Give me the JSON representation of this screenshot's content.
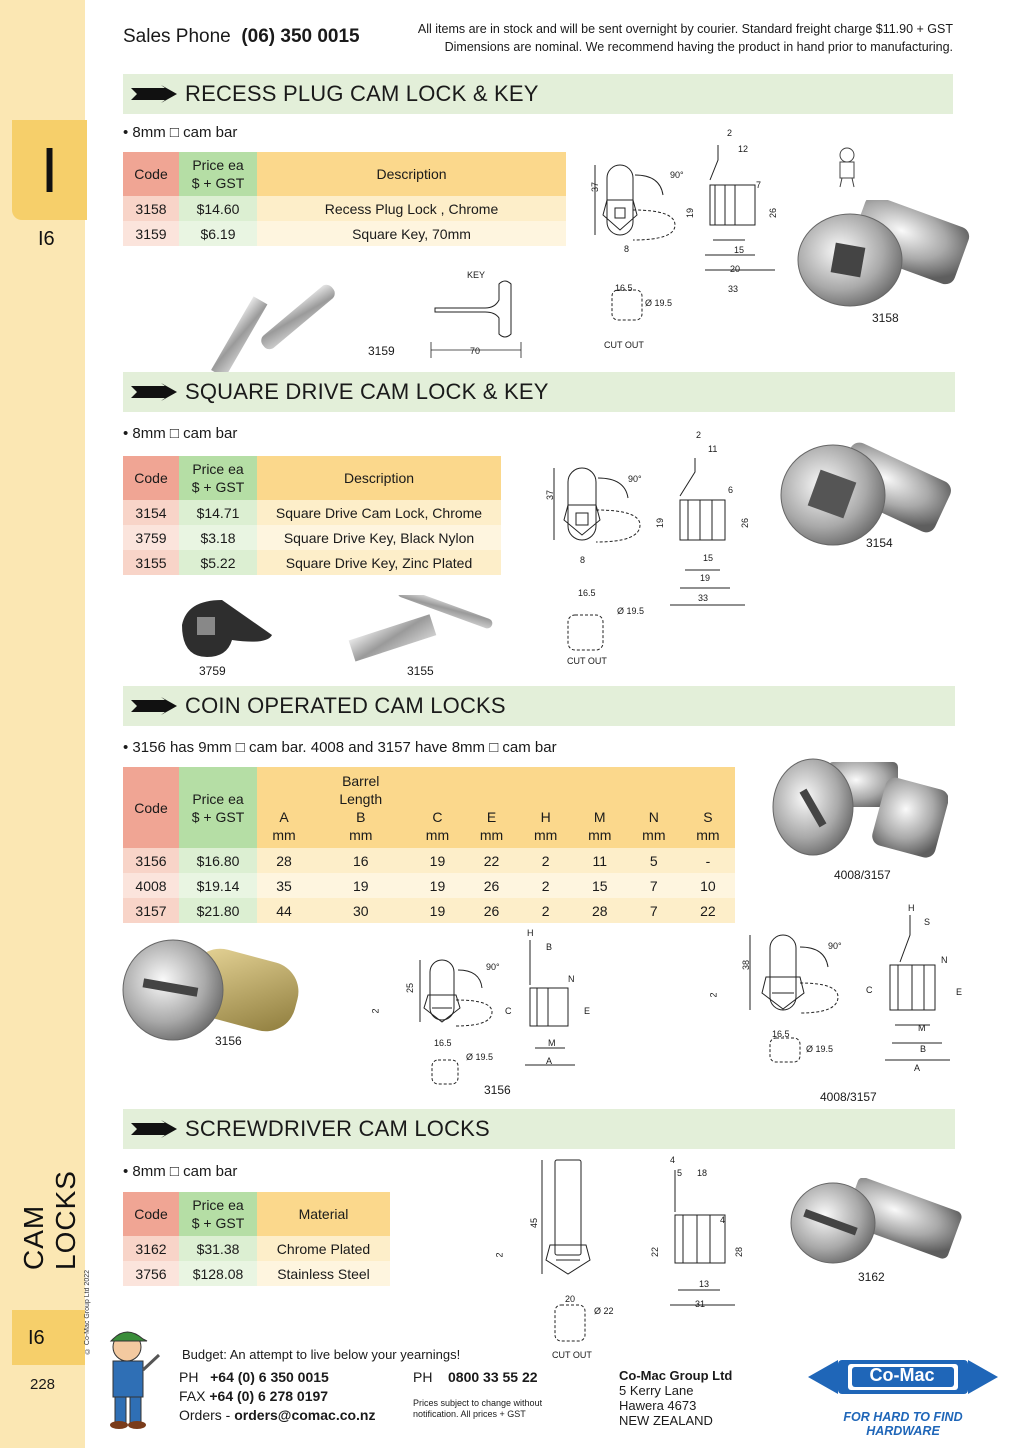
{
  "header": {
    "sales_label": "Sales Phone",
    "sales_phone": "(06) 350 0015",
    "note_line1": "All items are in stock and will be sent overnight by courier. Standard freight charge $11.90 + GST",
    "note_line2": "Dimensions are nominal. We recommend having the product in hand prior to manufacturing."
  },
  "sidebar": {
    "tab_letter": "I",
    "section_code": "I6",
    "vertical_title": "CAM LOCKS",
    "bottom_code": "I6",
    "page_number": "228",
    "copyright": "© Co-Mac Group Ltd 2022"
  },
  "sections": {
    "recess": {
      "title": "RECESS PLUG CAM LOCK & KEY",
      "bullet": "• 8mm □ cam bar",
      "headers": {
        "code": "Code",
        "price_l1": "Price ea",
        "price_l2": "$ + GST",
        "desc": "Description"
      },
      "rows": [
        {
          "code": "3158",
          "price": "$14.60",
          "desc": "Recess Plug Lock , Chrome"
        },
        {
          "code": "3159",
          "price": "$6.19",
          "desc": "Square Key, 70mm"
        }
      ],
      "captions": {
        "key_img": "3159",
        "key_label": "KEY",
        "key_len": "70",
        "lock_img": "3158",
        "cutout": "CUT OUT",
        "cut_w": "16.5",
        "cut_d": "Ø 19.5"
      },
      "dims": {
        "d37": "37",
        "d90": "90°",
        "d8": "8",
        "d2": "2",
        "d12": "12",
        "d7": "7",
        "d19": "19",
        "d26": "26",
        "d15": "15",
        "d20": "20",
        "d33": "33"
      }
    },
    "square": {
      "title": "SQUARE DRIVE CAM LOCK & KEY",
      "bullet": "• 8mm □ cam bar",
      "headers": {
        "code": "Code",
        "price_l1": "Price ea",
        "price_l2": "$ + GST",
        "desc": "Description"
      },
      "rows": [
        {
          "code": "3154",
          "price": "$14.71",
          "desc": "Square Drive Cam Lock, Chrome"
        },
        {
          "code": "3759",
          "price": "$3.18",
          "desc": "Square Drive Key, Black Nylon"
        },
        {
          "code": "3155",
          "price": "$5.22",
          "desc": "Square Drive Key, Zinc Plated"
        }
      ],
      "captions": {
        "img_a": "3759",
        "img_b": "3155",
        "lock_img": "3154",
        "cutout": "CUT OUT",
        "cut_w": "16.5",
        "cut_d": "Ø 19.5"
      },
      "dims": {
        "d37": "37",
        "d90": "90°",
        "d8": "8",
        "d2": "2",
        "d11": "11",
        "d6": "6",
        "d19": "19",
        "d26": "26",
        "d15": "15",
        "d19b": "19",
        "d33": "33"
      }
    },
    "coin": {
      "title": "COIN OPERATED CAM LOCKS",
      "bullet": "• 3156 has 9mm □ cam bar. 4008 and 3157 have 8mm □ cam bar",
      "headers": {
        "code": "Code",
        "price_l1": "Price ea",
        "price_l2": "$ + GST",
        "barrel_l1": "Barrel",
        "barrel_l2": "Length",
        "cols": [
          "A",
          "B",
          "C",
          "E",
          "H",
          "M",
          "N",
          "S"
        ],
        "unit": "mm"
      },
      "rows": [
        {
          "code": "3156",
          "price": "$16.80",
          "vals": [
            "28",
            "16",
            "19",
            "22",
            "2",
            "11",
            "5",
            "-"
          ]
        },
        {
          "code": "4008",
          "price": "$19.14",
          "vals": [
            "35",
            "19",
            "19",
            "26",
            "2",
            "15",
            "7",
            "10"
          ]
        },
        {
          "code": "3157",
          "price": "$21.80",
          "vals": [
            "44",
            "30",
            "19",
            "26",
            "2",
            "28",
            "7",
            "22"
          ]
        }
      ],
      "captions": {
        "img_4008": "4008/3157",
        "img_3156": "3156",
        "diag_3156": "3156",
        "diag_4008": "4008/3157",
        "cut_w": "16.5",
        "cut_d": "Ø 19.5"
      },
      "dims": {
        "d25": "25",
        "d2": "2",
        "d90": "90°",
        "d38": "38",
        "H": "H",
        "B": "B",
        "N": "N",
        "C": "C",
        "E": "E",
        "M": "M",
        "A": "A",
        "S": "S"
      }
    },
    "screw": {
      "title": "SCREWDRIVER CAM LOCKS",
      "bullet": "• 8mm □ cam bar",
      "headers": {
        "code": "Code",
        "price_l1": "Price ea",
        "price_l2": "$ + GST",
        "material": "Material"
      },
      "rows": [
        {
          "code": "3162",
          "price": "$31.38",
          "material": "Chrome Plated"
        },
        {
          "code": "3756",
          "price": "$128.08",
          "material": "Stainless Steel"
        }
      ],
      "captions": {
        "lock_img": "3162",
        "cutout": "CUT OUT",
        "cut_w": "20",
        "cut_d": "Ø 22"
      },
      "dims": {
        "d45": "45",
        "d2": "2",
        "d4": "4",
        "d5": "5",
        "d18": "18",
        "d4b": "4",
        "d22": "22",
        "d28": "28",
        "d13": "13",
        "d31": "31"
      }
    }
  },
  "footer": {
    "tagline": "Budget: An attempt to live below your yearnings!",
    "ph_label": "PH",
    "ph": "+64 (0) 6 350 0015",
    "fax_label": "FAX",
    "fax": "+64 (0) 6 278 0197",
    "orders_label": "Orders -",
    "orders": "orders@comac.co.nz",
    "ph2_label": "PH",
    "ph2": "0800 33 55 22",
    "price_note": "Prices subject to change without notification. All prices + GST",
    "company": "Co-Mac Group Ltd",
    "addr1": "5 Kerry Lane",
    "addr2": "Hawera 4673",
    "addr3": "NEW ZEALAND",
    "logo_text": "Co-Mac",
    "logo_tagline": "FOR HARD TO FIND HARDWARE"
  }
}
